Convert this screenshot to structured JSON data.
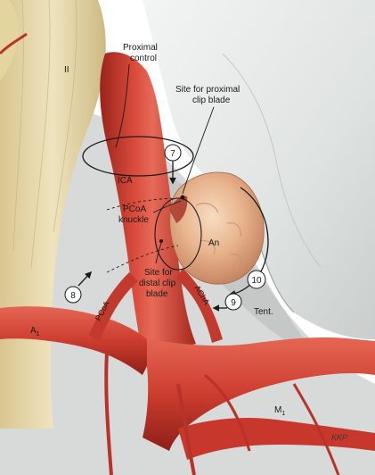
{
  "labels": {
    "optic_nerve": "II",
    "proximal_control": [
      "Proximal",
      "control"
    ],
    "proximal_site": [
      "Site for proximal",
      "clip blade"
    ],
    "ica": "ICA",
    "pcoa_knuckle": [
      "PCoA",
      "knuckle"
    ],
    "aneurysm": "An",
    "distal_site": [
      "Site for",
      "distal clip",
      "blade"
    ],
    "pcoa": "PCoA",
    "achoa": "AChA",
    "tentorium": "Tent.",
    "a1": "A",
    "a1_sub": "1",
    "m1": "M",
    "m1_sub": "1",
    "signature": "KKP"
  },
  "steps": [
    "7",
    "8",
    "9",
    "10"
  ],
  "colors": {
    "background": "#ffffff",
    "artery": "#c8372c",
    "artery_dark": "#8f1f18",
    "artery_highlight": "#e46a5a",
    "optic_nerve": "#e9dcb0",
    "tentorium": "#dfe3e3",
    "aneurysm": "#e7b48c",
    "tissue_shadow": "#b7bcbc"
  }
}
